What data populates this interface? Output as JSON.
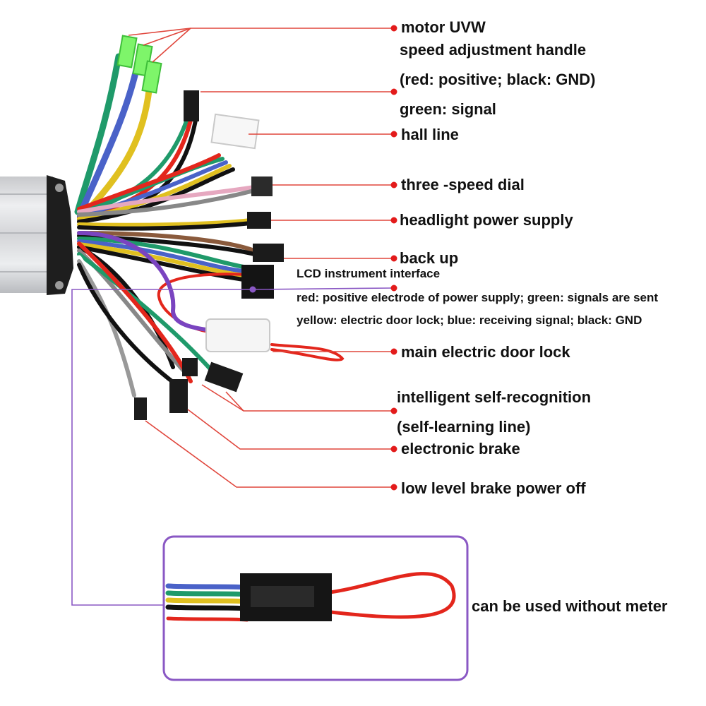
{
  "colors": {
    "leader_line": "#e0463c",
    "dot": "#e31b1b",
    "frame": "#8a58c4",
    "controller_body": "#d9dadc",
    "wire_red": "#e3261c",
    "wire_green": "#1f9a6a",
    "wire_blue": "#4a62c8",
    "wire_yellow": "#e0c020",
    "wire_purple": "#7a44c0"
  },
  "labels": {
    "motor_uvw": "motor UVW",
    "speed_handle": "speed adjustment handle",
    "speed_handle_red_black": "(red: positive; black: GND)",
    "speed_handle_green": "green: signal",
    "hall_line": "hall line",
    "three_speed_dial": "three -speed dial",
    "headlight": "headlight power supply",
    "back_up": "back up",
    "lcd_interface": "LCD instrument interface",
    "lcd_line1": "red: positive electrode of power supply; green: signals are sent",
    "lcd_line2": "yellow: electric door lock; blue: receiving signal; black: GND",
    "door_lock": "main electric door lock",
    "self_recognition": "intelligent self-recognition",
    "self_learning": "(self-learning line)",
    "electronic_brake": "electronic brake",
    "low_brake": "low level brake power off",
    "without_meter": "can be used without meter"
  }
}
